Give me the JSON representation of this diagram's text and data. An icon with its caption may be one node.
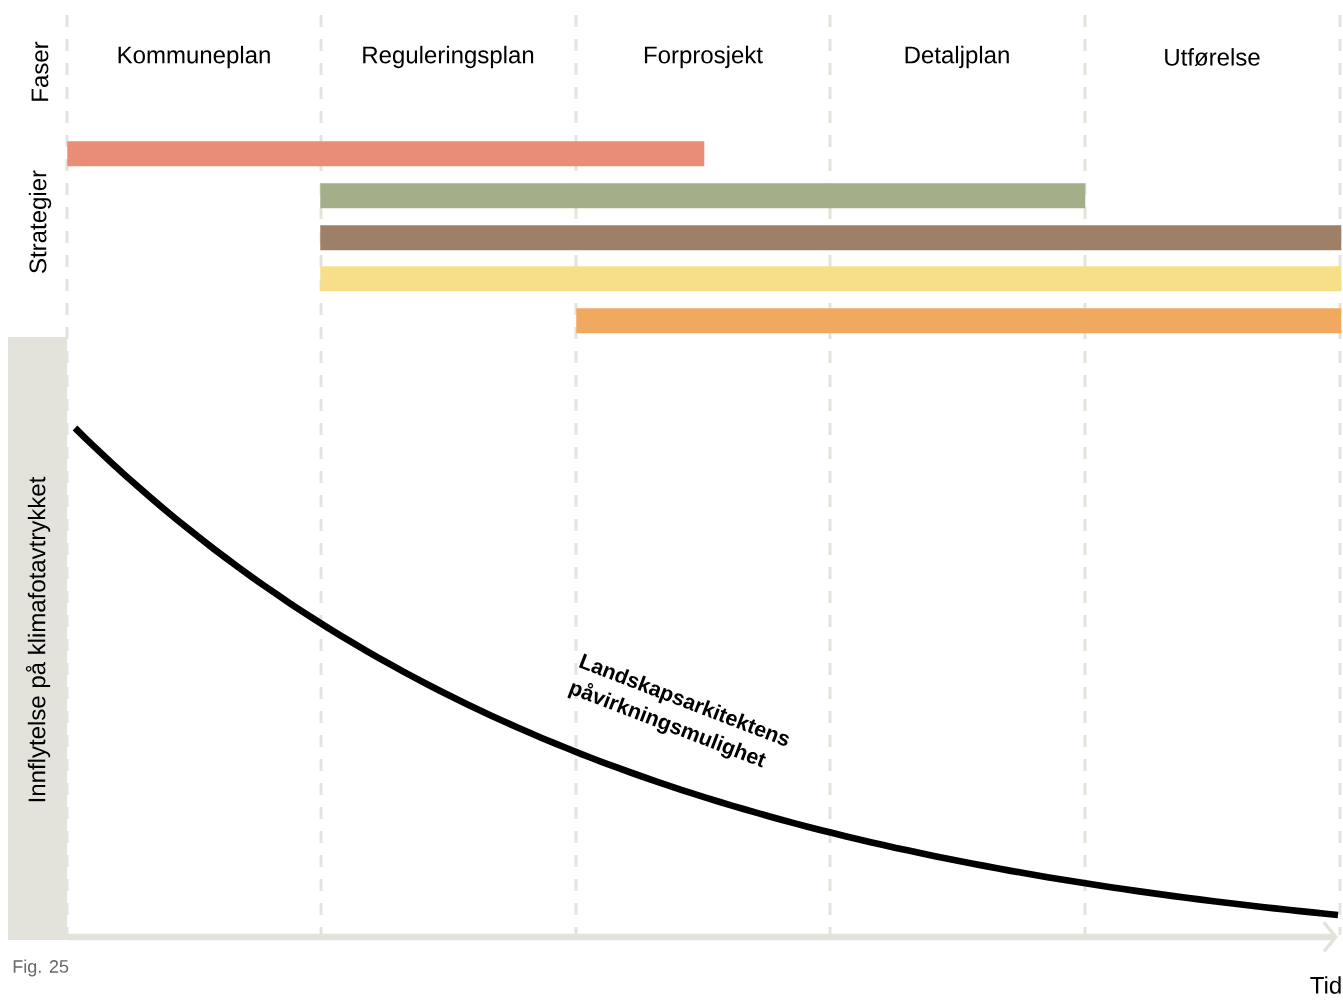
{
  "diagram": {
    "caption": "Fig. 25",
    "nodes": [
      {
        "text": [],
        "shape": "bar"
      },
      {
        "text": [],
        "shape": "bar"
      },
      {
        "text": [],
        "shape": "bar"
      },
      {
        "text": [],
        "shape": "bar"
      },
      {
        "text": [],
        "shape": "bar"
      }
    ],
    "labels": [
      "Faser",
      "Kommuneplan",
      "Reguleringsplan",
      "Forprosjekt",
      "Detaljplan",
      "Utførelse",
      "Strategier",
      "Innflytelse på klimafotavtrykket",
      "Landskapsarkitektens påvirkningsmulighet",
      "Tid"
    ]
  }
}
